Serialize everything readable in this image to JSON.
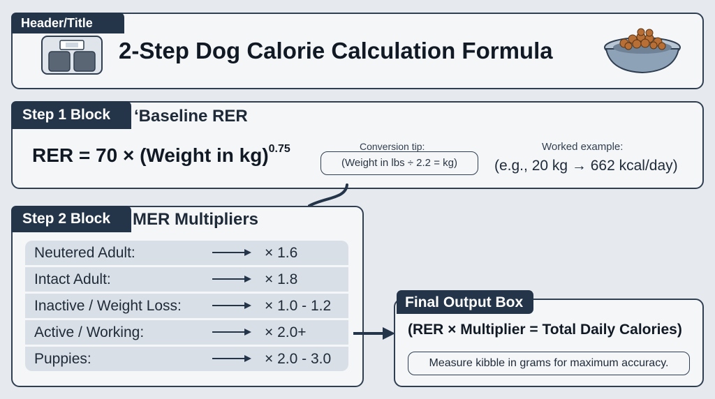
{
  "header": {
    "tag": "Header/Title",
    "title": "2-Step Dog Calorie Calculation Formula",
    "icons": [
      "scale-icon",
      "dog-food-bowl-icon"
    ]
  },
  "step1": {
    "tag": "Step 1 Block",
    "subtitle": "‘Baseline RER",
    "formula_main": "RER = 70 × (Weight in kg)",
    "formula_exponent": "0.75",
    "tip_label": "Conversion tip:",
    "tip_text": "(Weight in lbs ÷ 2.2 = kg)",
    "worked_label": "Worked example:",
    "worked_text": "(e.g., 20 kg → 662 kcal/day)"
  },
  "step2": {
    "tag": "Step 2 Block",
    "subtitle": "MER Multipliers",
    "rows": [
      {
        "category": "Neutered Adult:",
        "multiplier": "× 1.6"
      },
      {
        "category": "Intact Adult:",
        "multiplier": "× 1.8"
      },
      {
        "category": "Inactive / Weight Loss:",
        "multiplier": "× 1.0 - 1.2"
      },
      {
        "category": "Active / Working:",
        "multiplier": "× 2.0+"
      },
      {
        "category": "Puppies:",
        "multiplier": "× 2.0 - 3.0"
      }
    ]
  },
  "final": {
    "tag": "Final Output Box",
    "formula": "(RER × Multiplier = Total Daily Calories)",
    "note": "Measure kibble in grams for maximum accuracy."
  },
  "colors": {
    "background": "#e6eaee",
    "panel": "#f4f6f8",
    "border": "#2f3e50",
    "tag": "#24354a",
    "row": "#d9dfe6"
  }
}
